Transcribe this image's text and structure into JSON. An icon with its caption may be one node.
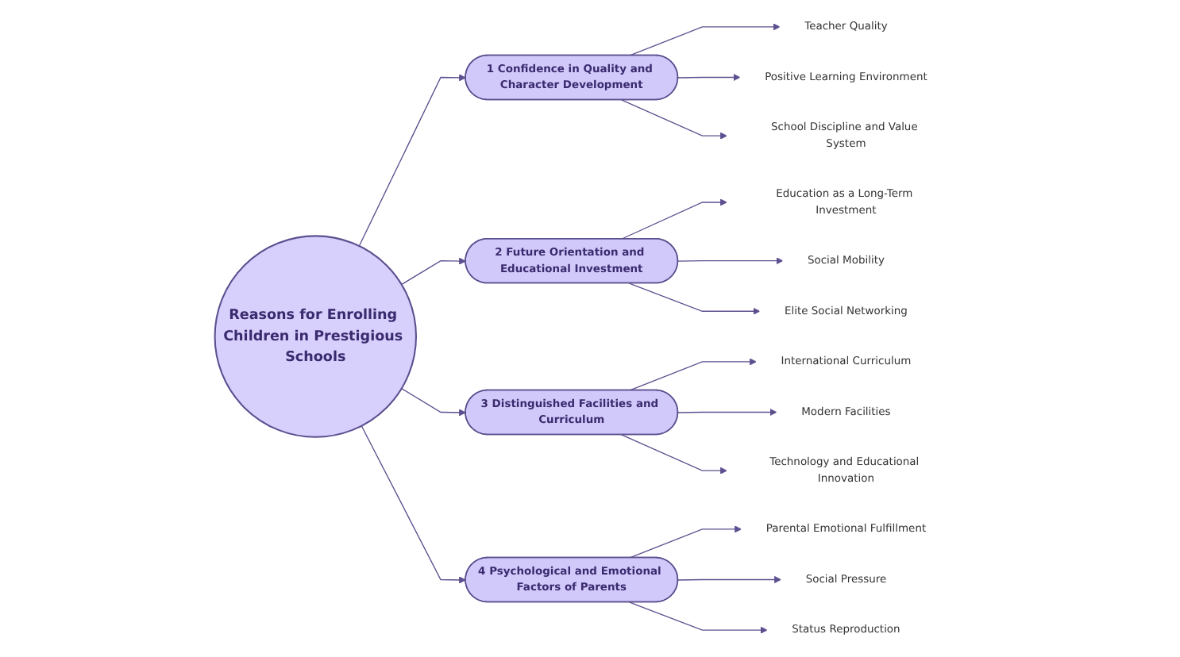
{
  "diagram": {
    "nodes": [
      {
        "text": [
          "Reasons for Enrolling Children in Prestigious Schools"
        ]
      },
      {
        "text": [
          "1",
          "Confidence in Quality and Character Development"
        ]
      },
      {
        "text": [
          "2",
          "Future Orientation and Educational Investment"
        ]
      },
      {
        "text": [
          "3",
          "Distinguished Facilities and Curriculum"
        ]
      },
      {
        "text": [
          "4",
          "Psychological and Emotional Factors of Parents"
        ]
      },
      {
        "text": [
          "Teacher Quality"
        ]
      },
      {
        "text": [
          "Positive Learning Environment"
        ]
      },
      {
        "text": [
          "School Discipline and Value System"
        ]
      },
      {
        "text": [
          "Education as a Long-Term Investment"
        ]
      },
      {
        "text": [
          "Social Mobility"
        ]
      },
      {
        "text": [
          "Elite Social Networking"
        ]
      },
      {
        "text": [
          "International Curriculum"
        ]
      },
      {
        "text": [
          "Modern Facilities"
        ]
      },
      {
        "text": [
          "Technology and Educational Innovation"
        ]
      },
      {
        "text": [
          "Parental Emotional Fulfillment"
        ]
      },
      {
        "text": [
          "Social Pressure"
        ]
      },
      {
        "text": [
          "Status Reproduction"
        ]
      }
    ],
    "edges": [
      {
        "from": 0,
        "to": 1,
        "arrow": "to"
      },
      {
        "from": 0,
        "to": 2,
        "arrow": "to"
      },
      {
        "from": 0,
        "to": 3,
        "arrow": "to"
      },
      {
        "from": 0,
        "to": 4,
        "arrow": "to"
      },
      {
        "from": 1,
        "to": 5,
        "arrow": "to"
      },
      {
        "from": 1,
        "to": 6,
        "arrow": "to"
      },
      {
        "from": 1,
        "to": 7,
        "arrow": "to"
      },
      {
        "from": 2,
        "to": 8,
        "arrow": "to"
      },
      {
        "from": 2,
        "to": 9,
        "arrow": "to"
      },
      {
        "from": 2,
        "to": 10,
        "arrow": "to"
      },
      {
        "from": 3,
        "to": 11,
        "arrow": "to"
      },
      {
        "from": 3,
        "to": 12,
        "arrow": "to"
      },
      {
        "from": 3,
        "to": 13,
        "arrow": "to"
      },
      {
        "from": 4,
        "to": 14,
        "arrow": "to"
      },
      {
        "from": 4,
        "to": 15,
        "arrow": "to"
      },
      {
        "from": 4,
        "to": 16,
        "arrow": "to"
      }
    ]
  }
}
